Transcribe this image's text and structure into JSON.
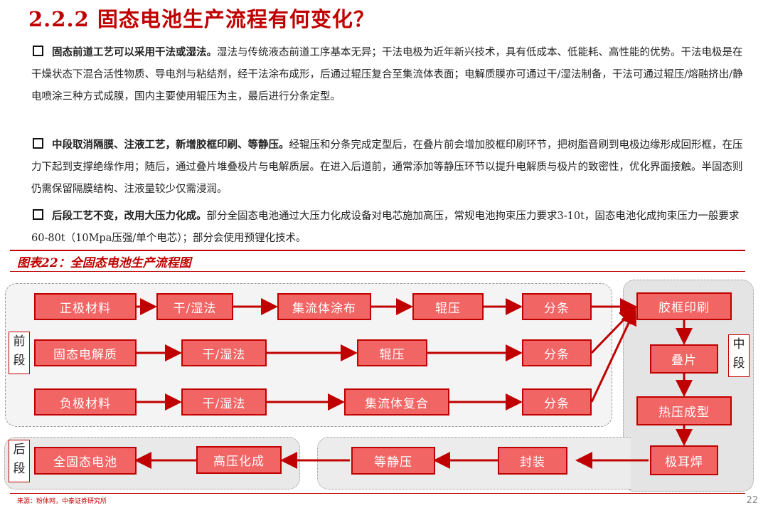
{
  "title": "2.2.2 固态电池生产流程有何变化？",
  "paragraphs": [
    {
      "bold": "固态前道工艺可以采用干法或湿法。",
      "text": "湿法与传统液态前道工序基本无异；干法电极为近年新兴技术，具有低成本、低能耗、高性能的优势。干法电极是在干燥状态下混合活性物质、导电剂与粘结剂，经干法涂布成形，后通过辊压复合至集流体表面；电解质膜亦可通过干/湿法制备，干法可通过辊压/熔融挤出/静电喷涂三种方式成膜，国内主要使用辊压为主，最后进行分条定型。"
    },
    {
      "bold": "中段取消隔膜、注液工艺，新增胶框印刷、等静压。",
      "text": "经辊压和分条完成定型后，在叠片前会增加胶框印刷环节，把树脂音刷到电极边缘形成回形框，在压力下起到支撑绝缘作用；随后，通过叠片堆叠极片与电解质层。在进入后道前，通常添加等静压环节以提升电解质与极片的致密性，优化界面接触。半固态则仍需保留隔膜结构、注液量较少仅需浸润。"
    },
    {
      "bold": "后段工艺不变，改用大压力化成。",
      "text": "部分全固态电池通过大压力化成设备对电芯施加高压，常规电池拘束压力要求3-10t，固态电池化成拘束压力一般要求60-80t（10Mpa压强/单个电芯）；部分会使用预锂化技术。"
    }
  ],
  "figure": {
    "caption": "图表22：全固态电池生产流程图",
    "stages": {
      "front": "前段",
      "mid": "中段",
      "back": "后段"
    },
    "rows": [
      [
        "正极材料",
        "干/湿法",
        "集流体涂布",
        "辊压",
        "分条"
      ],
      [
        "固态电解质",
        "干/湿法",
        "辊压",
        "分条"
      ],
      [
        "负极材料",
        "干/湿法",
        "集流体复合",
        "分条"
      ]
    ],
    "mid_steps": [
      "胶框印刷",
      "叠片",
      "热压成型",
      "极耳焊"
    ],
    "back_steps": [
      "封装",
      "等静压",
      "高压化成",
      "全固态电池"
    ]
  },
  "source": "来源：粉体网，中泰证券研究所",
  "page_number": "22",
  "colors": {
    "accent": "#c00000",
    "node_fill": "#f26565"
  }
}
